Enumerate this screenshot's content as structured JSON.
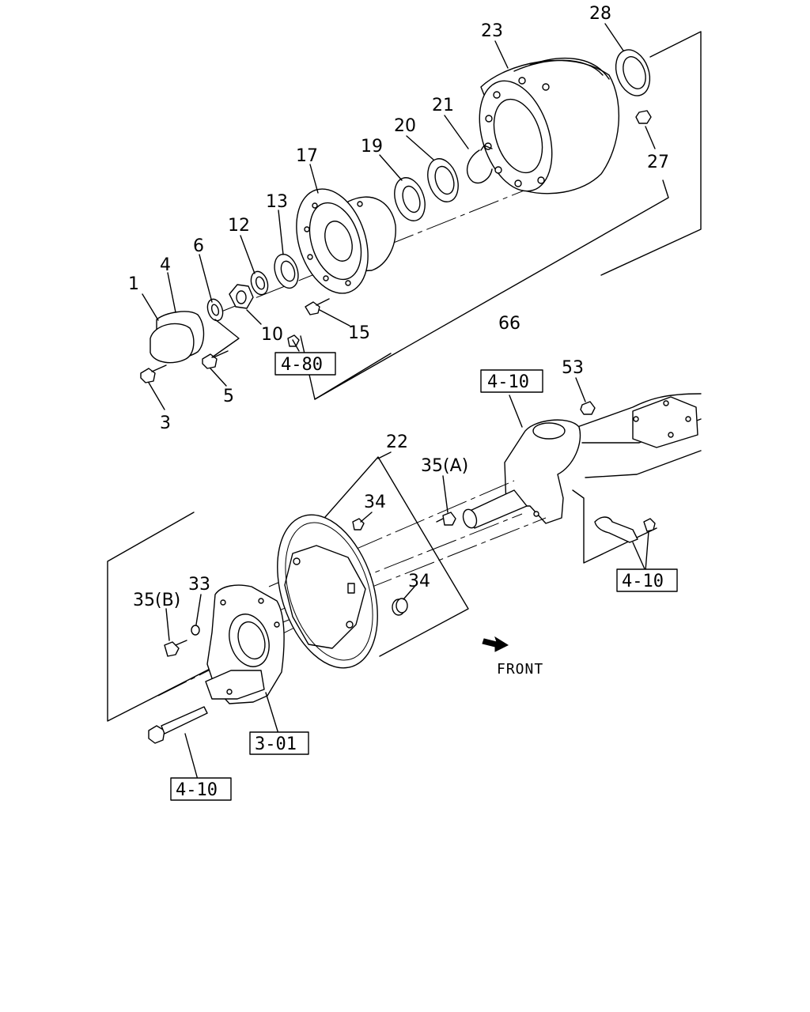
{
  "callouts": {
    "c1": "1",
    "c3": "3",
    "c4": "4",
    "c5": "5",
    "c6": "6",
    "c10": "10",
    "c12": "12",
    "c13": "13",
    "c15": "15",
    "c17": "17",
    "c19": "19",
    "c20": "20",
    "c21": "21",
    "c22": "22",
    "c23": "23",
    "c27": "27",
    "c28": "28",
    "c33": "33",
    "c34a": "34",
    "c34b": "34",
    "c35a": "35(A)",
    "c35b": "35(B)",
    "c53": "53",
    "c66": "66"
  },
  "refs": {
    "r480": "4-80",
    "r410a": "4-10",
    "r410b": "4-10",
    "r410c": "4-10",
    "r301": "3-01"
  },
  "direction_label": "FRONT"
}
